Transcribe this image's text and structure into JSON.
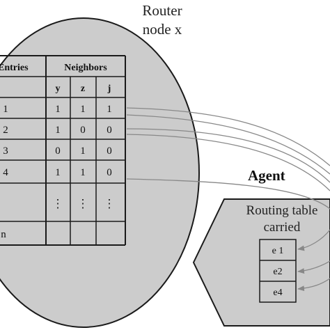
{
  "router": {
    "line1": "Router",
    "line2": "node x"
  },
  "table": {
    "entries_header": "Entries",
    "neighbors_header": "Neighbors",
    "neighbor_cols": [
      "y",
      "z",
      "j"
    ],
    "rows": [
      {
        "entry": "1",
        "values": [
          "1",
          "1",
          "1"
        ]
      },
      {
        "entry": "2",
        "values": [
          "1",
          "0",
          "0"
        ]
      },
      {
        "entry": "3",
        "values": [
          "0",
          "1",
          "0"
        ]
      },
      {
        "entry": "4",
        "values": [
          "1",
          "1",
          "0"
        ]
      },
      {
        "entry": "",
        "values": [
          "⋮",
          "⋮",
          "⋮"
        ]
      },
      {
        "entry": "n",
        "values": [
          "",
          "",
          ""
        ]
      }
    ]
  },
  "agent": {
    "label": "Agent",
    "carried_line1": "Routing table",
    "carried_line2": "carried",
    "entries": [
      "e 1",
      "e2",
      "e4"
    ]
  },
  "colors": {
    "fill": "#cccccc",
    "stroke": "#1a1a1a",
    "connector": "#888888"
  }
}
